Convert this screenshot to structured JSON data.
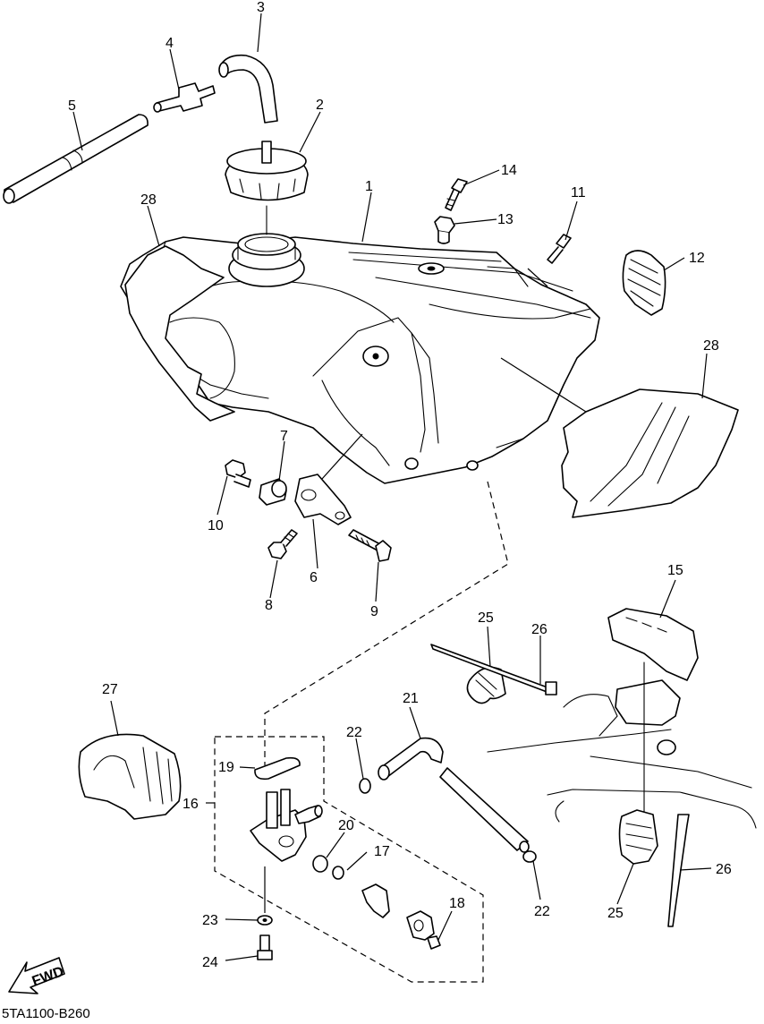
{
  "diagram": {
    "drawing_code": "5TA1100-B260",
    "fwd_label": "FWD",
    "callouts": [
      "1",
      "2",
      "3",
      "4",
      "5",
      "6",
      "7",
      "8",
      "9",
      "10",
      "11",
      "12",
      "13",
      "14",
      "15",
      "16",
      "17",
      "18",
      "19",
      "20",
      "21",
      "22",
      "22",
      "23",
      "24",
      "25",
      "25",
      "26",
      "26",
      "27",
      "28",
      "28"
    ]
  }
}
